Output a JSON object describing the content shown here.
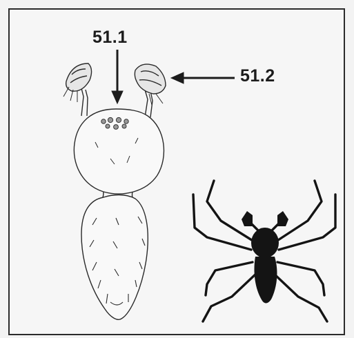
{
  "labels": {
    "label_1": "51.1",
    "label_2": "51.2"
  },
  "colors": {
    "ink": "#1c1c1c",
    "silhouette": "#141414",
    "paper": "#f6f6f6"
  },
  "figure": {
    "illustrations": [
      "detailed-spider-drawing",
      "spider-silhouette"
    ]
  }
}
